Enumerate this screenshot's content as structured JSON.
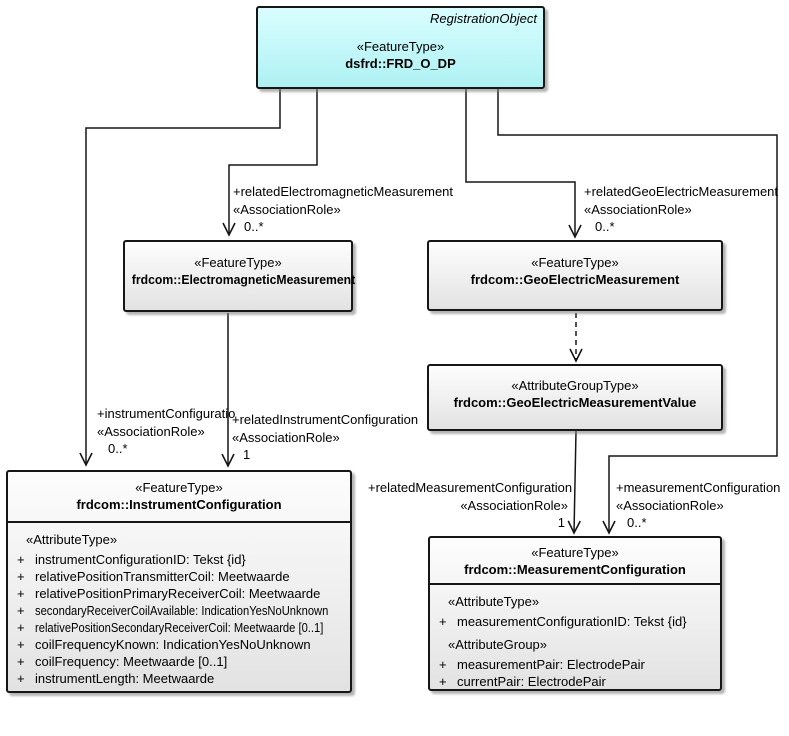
{
  "classes": {
    "frd_o_dp": {
      "annotation": "RegistrationObject",
      "stereotype": "«FeatureType»",
      "name": "dsfrd::FRD_O_DP"
    },
    "electromagnetic_measurement": {
      "stereotype": "«FeatureType»",
      "name": "frdcom::ElectromagneticMeasurement"
    },
    "geo_electric_measurement": {
      "stereotype": "«FeatureType»",
      "name": "frdcom::GeoElectricMeasurement"
    },
    "geo_electric_measurement_value": {
      "stereotype": "«AttributeGroupType»",
      "name": "frdcom::GeoElectricMeasurementValue"
    },
    "instrument_configuration": {
      "stereotype": "«FeatureType»",
      "name": "frdcom::InstrumentConfiguration",
      "section_header": "«AttributeType»",
      "attributes": [
        {
          "vis": "+",
          "text": "instrumentConfigurationID: Tekst {id}"
        },
        {
          "vis": "+",
          "text": "relativePositionTransmitterCoil: Meetwaarde"
        },
        {
          "vis": "+",
          "text": "relativePositionPrimaryReceiverCoil: Meetwaarde"
        },
        {
          "vis": "+",
          "text": "secondaryReceiverCoilAvailable: IndicationYesNoUnknown"
        },
        {
          "vis": "+",
          "text": "relativePositionSecondaryReceiverCoil: Meetwaarde [0..1]"
        },
        {
          "vis": "+",
          "text": "coilFrequencyKnown: IndicationYesNoUnknown"
        },
        {
          "vis": "+",
          "text": "coilFrequency: Meetwaarde [0..1]"
        },
        {
          "vis": "+",
          "text": "instrumentLength: Meetwaarde"
        }
      ]
    },
    "measurement_configuration": {
      "stereotype": "«FeatureType»",
      "name": "frdcom::MeasurementConfiguration",
      "attribute_type_header": "«AttributeType»",
      "attribute_type_rows": [
        {
          "vis": "+",
          "text": "measurementConfigurationID: Tekst {id}"
        }
      ],
      "attribute_group_header": "«AttributeGroup»",
      "attribute_group_rows": [
        {
          "vis": "+",
          "text": "measurementPair: ElectrodePair"
        },
        {
          "vis": "+",
          "text": "currentPair: ElectrodePair"
        }
      ]
    }
  },
  "associations": {
    "related_electromagnetic_measurement": {
      "role": "+relatedElectromagneticMeasurement",
      "stereotype": "«AssociationRole»",
      "multiplicity": "0..*"
    },
    "related_geo_electric_measurement": {
      "role": "+relatedGeoElectricMeasurement",
      "stereotype": "«AssociationRole»",
      "multiplicity": "0..*"
    },
    "instrument_configuration": {
      "role": "+instrumentConfiguratio",
      "stereotype": "«AssociationRole»",
      "multiplicity": "0..*"
    },
    "related_instrument_configuration": {
      "role": "+relatedInstrumentConfiguration",
      "stereotype": "«AssociationRole»",
      "multiplicity": "1"
    },
    "related_measurement_configuration": {
      "role": "+relatedMeasurementConfiguration",
      "stereotype": "«AssociationRole»",
      "multiplicity": "1"
    },
    "measurement_configuration": {
      "role": "+measurementConfiguration",
      "stereotype": "«AssociationRole»",
      "multiplicity": "0..*"
    }
  },
  "colors": {
    "class_fill": "#BDF4F6",
    "box_fill": "#EFEFEF",
    "line": "#161616"
  }
}
